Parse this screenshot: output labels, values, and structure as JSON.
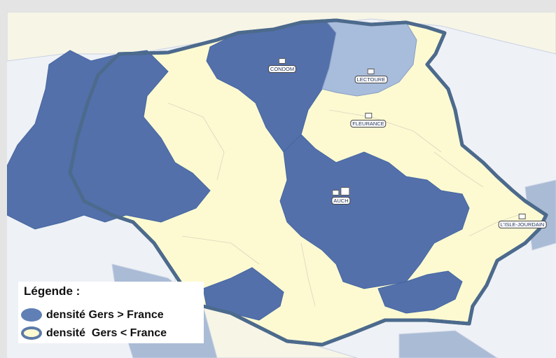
{
  "colors": {
    "high": "#5470ab",
    "low": "#fdfad2",
    "border": "#4c6a8c",
    "medium": "#a8bcdb",
    "surround": "#eef1f6"
  },
  "towns": [
    {
      "name": "CONDOM",
      "tier": "main"
    },
    {
      "name": "LECTOURE",
      "tier": "main"
    },
    {
      "name": "FLEURANCE",
      "tier": "main"
    },
    {
      "name": "AUCH",
      "tier": "capital"
    },
    {
      "name": "L'ISLE-JOURDAIN",
      "tier": "main"
    }
  ],
  "legend": {
    "title": "Légende :",
    "items": [
      {
        "label": "densité Gers > France",
        "shape": "filled-ellipse"
      },
      {
        "label": "densité  Gers < France",
        "shape": "outlined-ellipse"
      }
    ]
  }
}
